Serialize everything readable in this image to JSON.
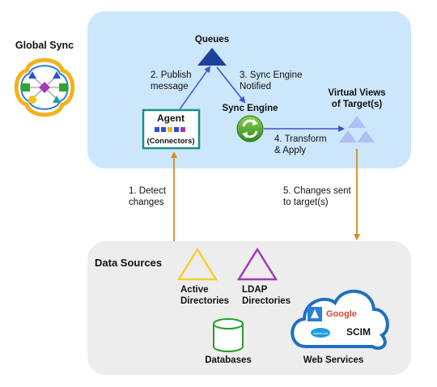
{
  "logo": {
    "title": "Global Sync"
  },
  "nodes": {
    "queues": "Queues",
    "agent": "Agent",
    "agent_sub": "(Connectors)",
    "sync_engine": "Sync Engine",
    "virtual_views_line1": "Virtual Views",
    "virtual_views_line2": "of Target(s)"
  },
  "steps": {
    "s1_line1": "1. Detect",
    "s1_line2": "changes",
    "s2_line1": "2. Publish",
    "s2_line2": "message",
    "s3_line1": "3. Sync Engine",
    "s3_line2": "Notified",
    "s4_line1": "4. Transform",
    "s4_line2": "& Apply",
    "s5_line1": "5. Changes sent",
    "s5_line2": "to target(s)"
  },
  "data_sources": {
    "title": "Data Sources",
    "active_line1": "Active",
    "active_line2": "Directories",
    "ldap_line1": "LDAP",
    "ldap_line2": "Directories",
    "databases": "Databases",
    "web_services": "Web Services",
    "cloud_google": "Google",
    "cloud_scim": "SCIM",
    "cloud_salesforce": "salesforce"
  },
  "colors": {
    "panel_blue": "#cce6fb",
    "panel_gray": "#ededed",
    "arrow_blue": "#3b4fd8",
    "arrow_orange": "#d88b1c",
    "queue_triangle": "#1d3f9e",
    "ad_yellow": "#f2d12e",
    "ldap_purple": "#a03bb5",
    "db_green": "#2a9d2a",
    "agent_teal": "#1a8f86",
    "sync_green": "#3f9f32",
    "cloud_blue": "#1e6fc0"
  }
}
